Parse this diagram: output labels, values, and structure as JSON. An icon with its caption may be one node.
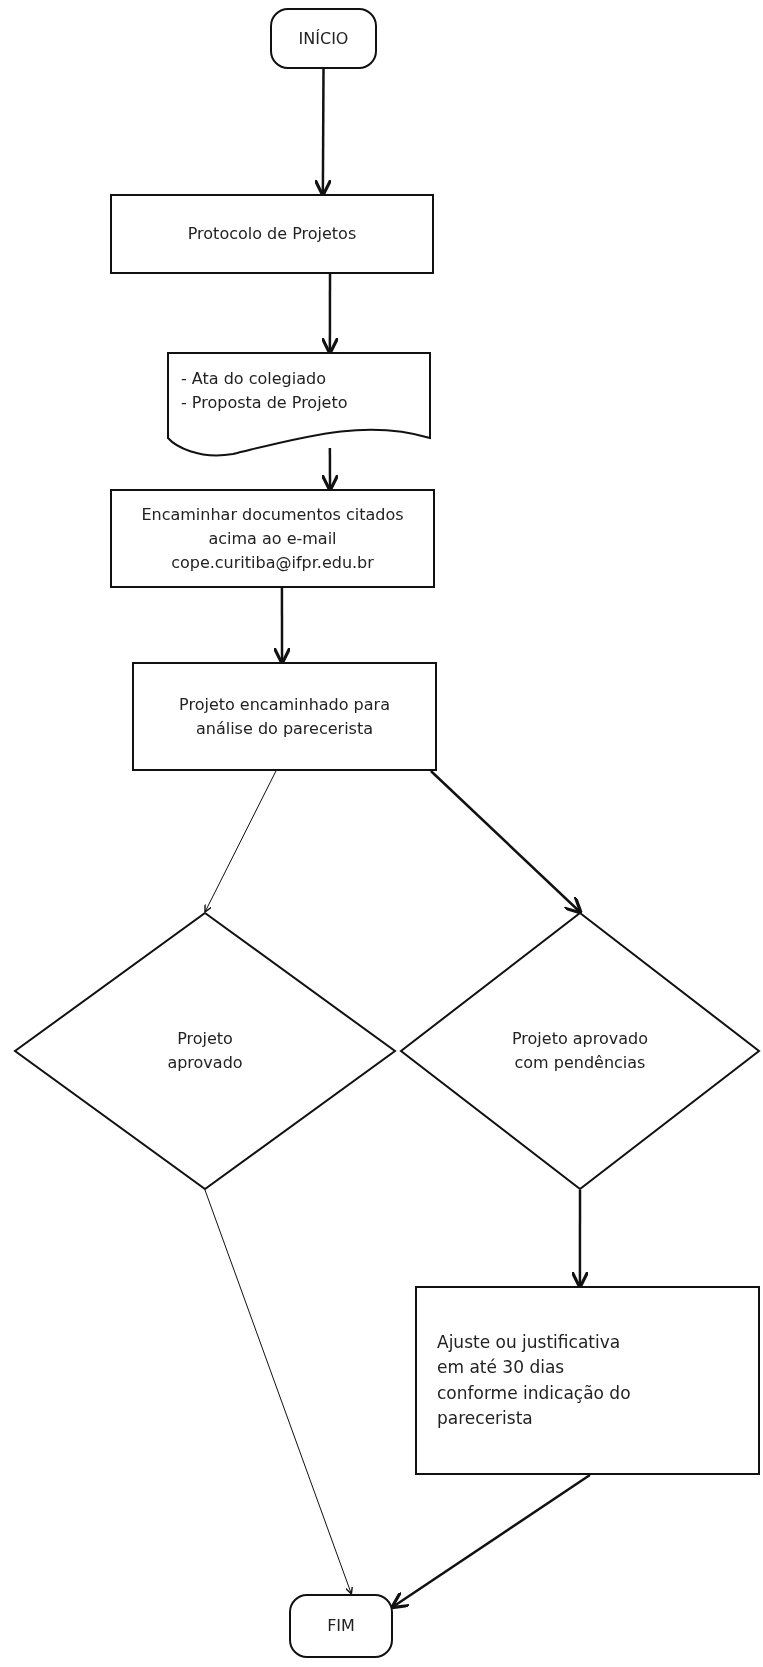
{
  "diagram": {
    "nodes": [
      {
        "text": [
          "INÍCIO"
        ]
      },
      {
        "text": [
          "Protocolo de Projetos"
        ]
      },
      {
        "text": [
          "- Ata do colegiado",
          "- Proposta de Projeto"
        ]
      },
      {
        "text": [
          "Encaminhar documentos citados acima ao e-mail cope.curitiba@ifpr.edu.br"
        ]
      },
      {
        "text": [
          "Projeto encaminhado para análise do parecerista"
        ]
      },
      {
        "text": [
          "Projeto aprovado"
        ]
      },
      {
        "text": [
          "Projeto aprovado com pendências"
        ]
      },
      {
        "text": [
          "Ajuste ou justificativa em até 30 dias conforme indicação do parecerista"
        ]
      },
      {
        "text": [
          "FIM"
        ]
      }
    ],
    "edges": [
      {
        "from": 0,
        "to": 1,
        "arrow": "to"
      },
      {
        "from": 1,
        "to": 2,
        "arrow": "to"
      },
      {
        "from": 2,
        "to": 3,
        "arrow": "to"
      },
      {
        "from": 3,
        "to": 4,
        "arrow": "to"
      },
      {
        "from": 4,
        "to": 5,
        "arrow": "to"
      },
      {
        "from": 4,
        "to": 6,
        "arrow": "to"
      },
      {
        "from": 6,
        "to": 7,
        "arrow": "to"
      },
      {
        "from": 5,
        "to": 8,
        "arrow": "to"
      },
      {
        "from": 7,
        "to": 8,
        "arrow": "to"
      }
    ]
  }
}
